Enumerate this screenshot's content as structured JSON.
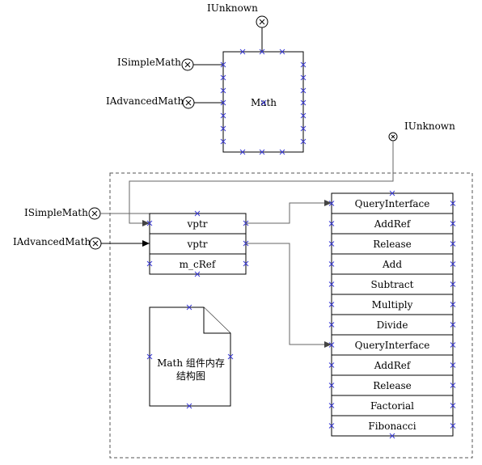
{
  "math_component": {
    "label": "Math",
    "interfaces": {
      "top": "IUnknown",
      "left_1": "ISimpleMath",
      "left_2": "IAdvancedMath"
    }
  },
  "memory_layout": {
    "iunknown_label": "IUnknown",
    "isimple_label": "ISimpleMath",
    "iadvanced_label": "IAdvancedMath",
    "object_fields": [
      "vptr",
      "vptr",
      "m_cRef"
    ],
    "vtable_entries": [
      "QueryInterface",
      "AddRef",
      "Release",
      "Add",
      "Subtract",
      "Multiply",
      "Divide",
      "QueryInterface",
      "AddRef",
      "Release",
      "Factorial",
      "Fibonacci"
    ],
    "note_line1": "Math 组件内存",
    "note_line2": "结构图"
  },
  "colors": {
    "connector_marker": "#3b3bd6",
    "line": "#000000",
    "gray_line": "#666666"
  }
}
